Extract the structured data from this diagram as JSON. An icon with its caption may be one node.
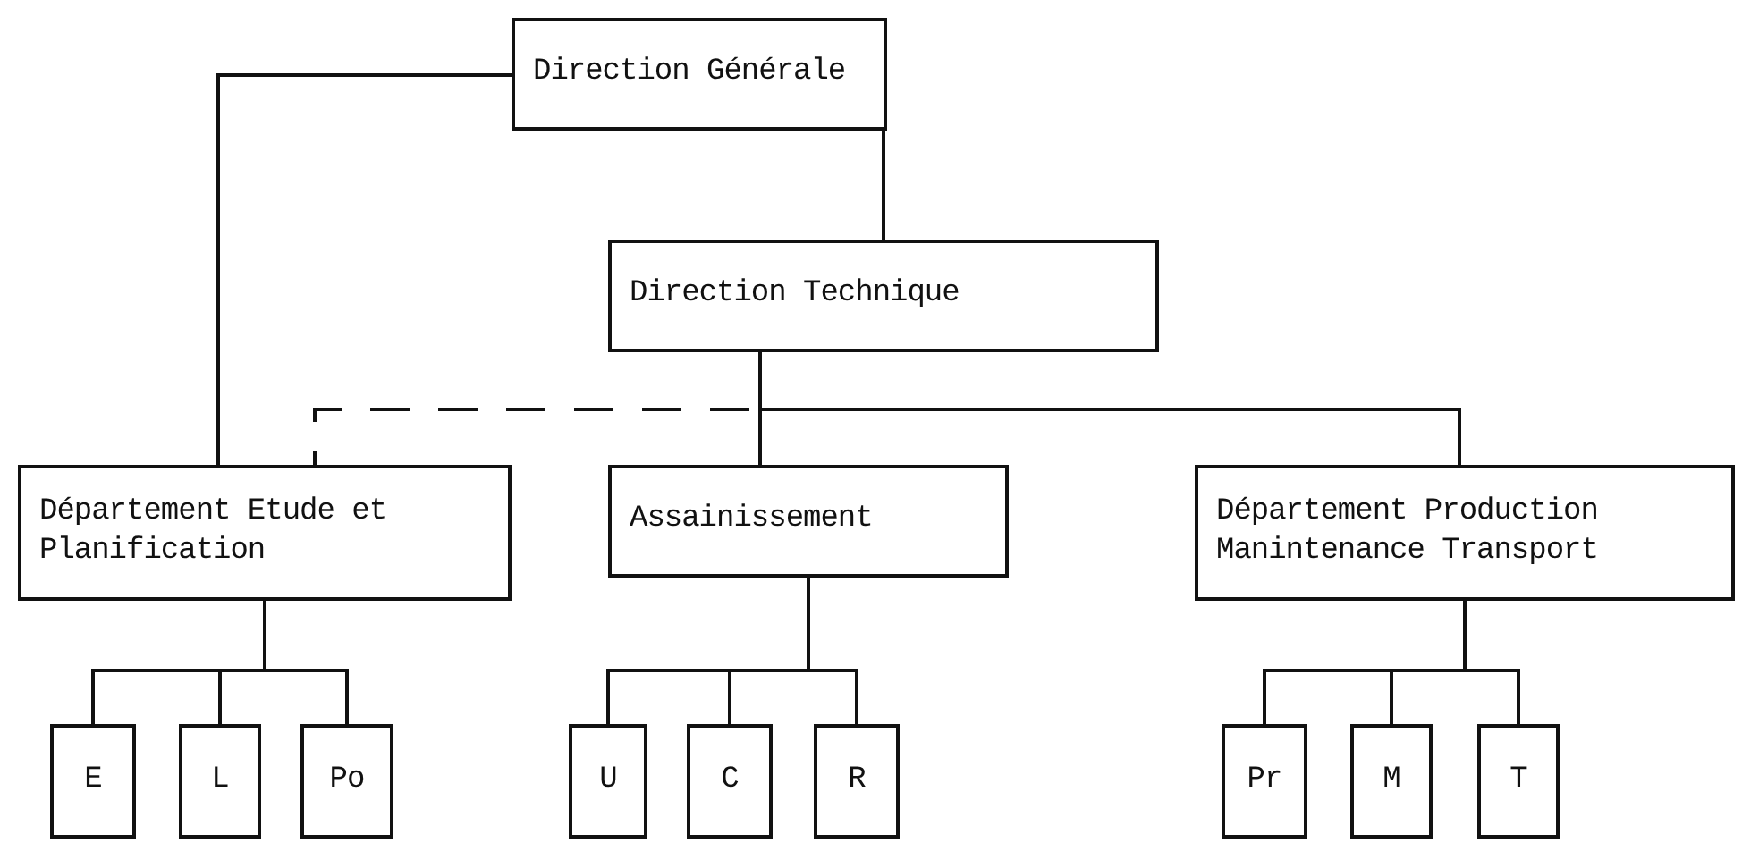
{
  "diagram": {
    "nodes": [
      {
        "text": [
          "Direction Générale"
        ]
      },
      {
        "text": [
          "Direction Technique"
        ]
      },
      {
        "text": [
          "Département Etude et Planification"
        ]
      },
      {
        "text": [
          "Assainissement"
        ]
      },
      {
        "text": [
          "Département Production Manintenance Transport"
        ]
      },
      {
        "text": [
          "E"
        ]
      },
      {
        "text": [
          "L"
        ]
      },
      {
        "text": [
          "Po"
        ]
      },
      {
        "text": [
          "U"
        ]
      },
      {
        "text": [
          "C"
        ]
      },
      {
        "text": [
          "R"
        ]
      },
      {
        "text": [
          "Pr"
        ]
      },
      {
        "text": [
          "M"
        ]
      },
      {
        "text": [
          "T"
        ]
      }
    ],
    "edges": [
      {
        "from": 0,
        "to": 1,
        "arrow": "none"
      },
      {
        "from": 0,
        "to": 2,
        "arrow": "none"
      },
      {
        "from": 1,
        "to": 2,
        "arrow": "none",
        "style": "dashed"
      },
      {
        "from": 1,
        "to": 3,
        "arrow": "none"
      },
      {
        "from": 1,
        "to": 4,
        "arrow": "none"
      },
      {
        "from": 2,
        "to": 5,
        "arrow": "none"
      },
      {
        "from": 2,
        "to": 6,
        "arrow": "none"
      },
      {
        "from": 2,
        "to": 7,
        "arrow": "none"
      },
      {
        "from": 3,
        "to": 8,
        "arrow": "none"
      },
      {
        "from": 3,
        "to": 9,
        "arrow": "none"
      },
      {
        "from": 3,
        "to": 10,
        "arrow": "none"
      },
      {
        "from": 4,
        "to": 11,
        "arrow": "none"
      },
      {
        "from": 4,
        "to": 12,
        "arrow": "none"
      },
      {
        "from": 4,
        "to": 13,
        "arrow": "none"
      }
    ]
  }
}
